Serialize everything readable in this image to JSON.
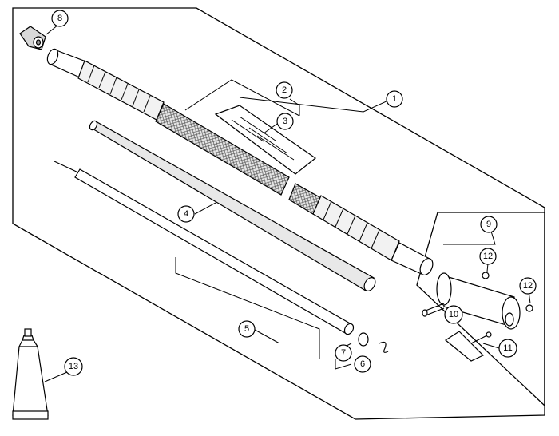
{
  "callouts": [
    {
      "id": "1",
      "label": "1"
    },
    {
      "id": "2",
      "label": "2"
    },
    {
      "id": "3",
      "label": "3"
    },
    {
      "id": "4",
      "label": "4"
    },
    {
      "id": "5",
      "label": "5"
    },
    {
      "id": "6",
      "label": "6"
    },
    {
      "id": "7",
      "label": "7"
    },
    {
      "id": "8",
      "label": "8"
    },
    {
      "id": "9",
      "label": "9"
    },
    {
      "id": "10",
      "label": "10"
    },
    {
      "id": "11",
      "label": "11"
    },
    {
      "id": "12a",
      "label": "12"
    },
    {
      "id": "12b",
      "label": "12"
    },
    {
      "id": "13",
      "label": "13"
    }
  ],
  "colors": {
    "line": "#000000",
    "background": "#ffffff",
    "shade": "#dcdcdc",
    "knurl": "#bdbdbd"
  }
}
